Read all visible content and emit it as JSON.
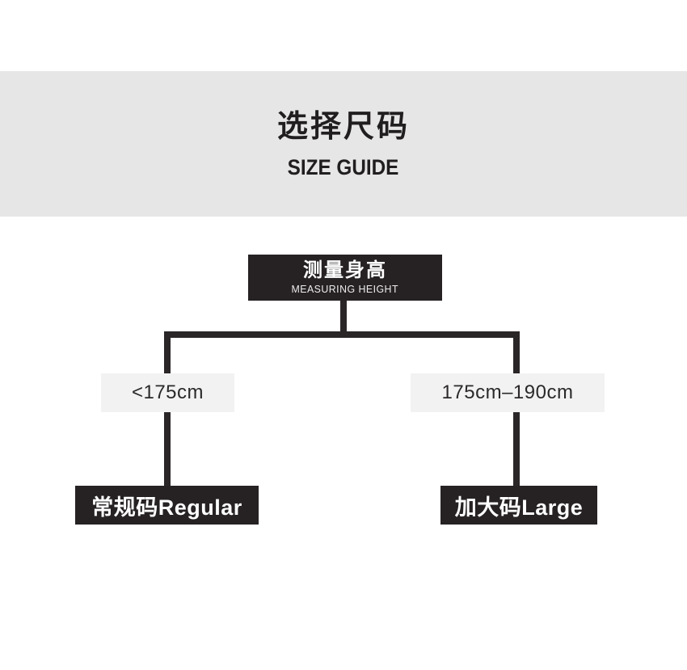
{
  "page": {
    "background": "#ffffff"
  },
  "header": {
    "title_zh": "选择尺码",
    "title_en": "SIZE GUIDE",
    "background": "#e6e6e6",
    "text_color": "#211e1f"
  },
  "flowchart": {
    "line_color": "#2a2627",
    "node_dark_background": "#262223",
    "node_light_background": "#f2f2f2",
    "root": {
      "label_zh": "测量身高",
      "label_en": "MEASURING HEIGHT",
      "text_color": "#ffffff"
    },
    "branches": [
      {
        "condition": "<175cm",
        "result": "常规码Regular"
      },
      {
        "condition": "175cm–190cm",
        "result": "加大码Large"
      }
    ]
  }
}
